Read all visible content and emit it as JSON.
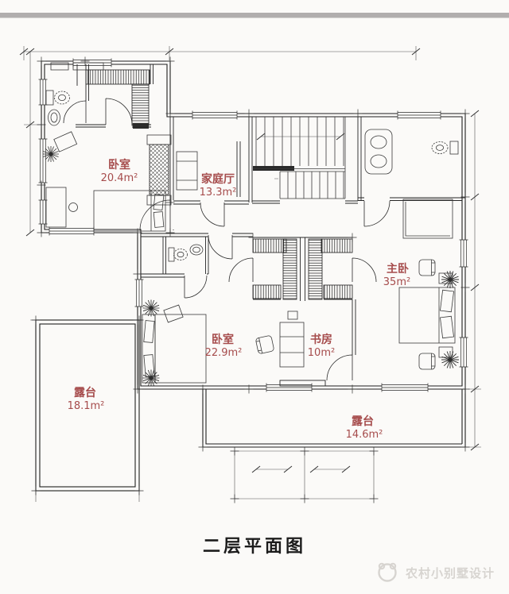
{
  "page": {
    "top_bar_color": "#b1aeae",
    "background": "#fbfaf8"
  },
  "plan": {
    "title": "二层平面图",
    "watermark_text": "农村小别墅设计",
    "colors": {
      "label": "#a64c4c",
      "title": "#1c1c1c",
      "watermark": "#d7d4d0",
      "line": "#1f1f1f"
    },
    "rooms": [
      {
        "id": "bedroom-1",
        "name": "卧室",
        "area": "20.4m²"
      },
      {
        "id": "family-hall",
        "name": "家庭厅",
        "area": "13.3m²"
      },
      {
        "id": "master-bedroom",
        "name": "主卧",
        "area": "35m²"
      },
      {
        "id": "bedroom-2",
        "name": "卧室",
        "area": "22.9m²"
      },
      {
        "id": "study",
        "name": "书房",
        "area": "10m²"
      },
      {
        "id": "terrace-1",
        "name": "露台",
        "area": "18.1m²"
      },
      {
        "id": "terrace-2",
        "name": "露台",
        "area": "14.6m²"
      }
    ]
  }
}
